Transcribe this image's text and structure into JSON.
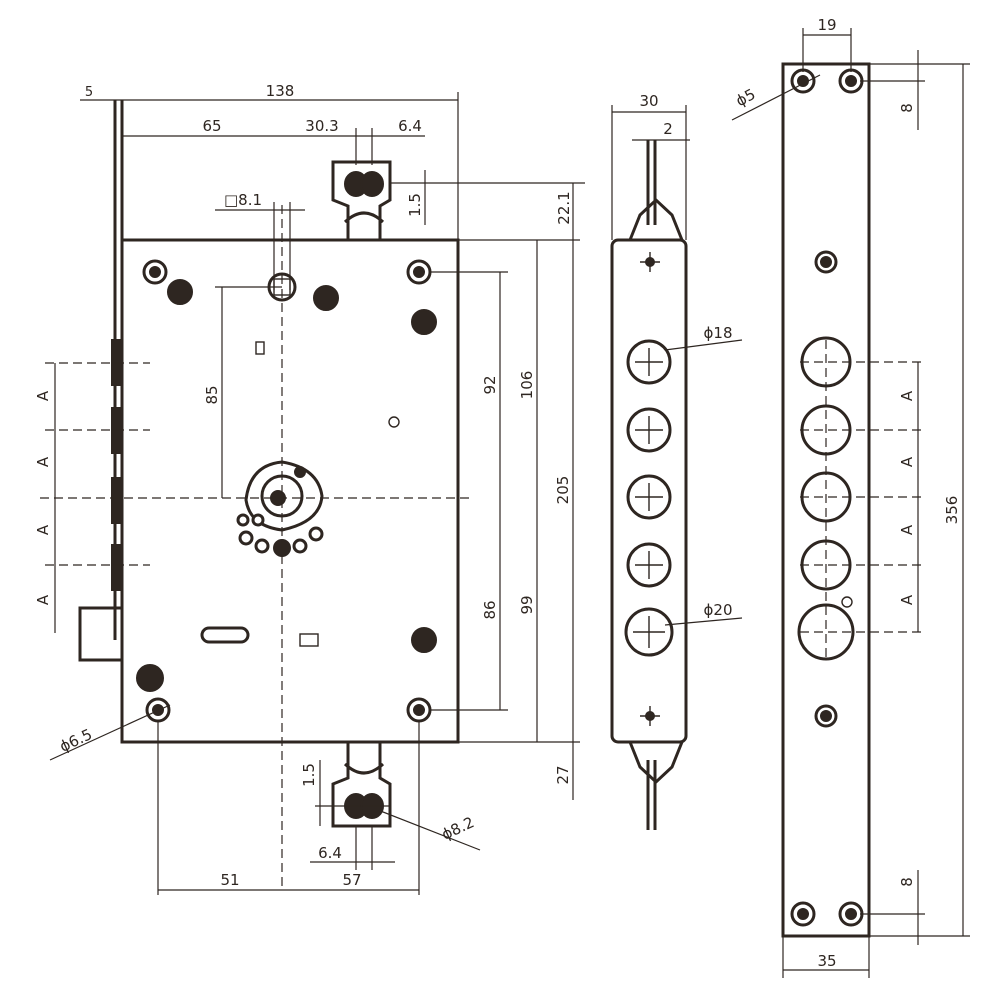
{
  "front_view": {
    "width_138": "138",
    "offset_5": "5",
    "dim_65": "65",
    "dim_30_3": "30.3",
    "dim_6_4_top": "6.4",
    "square_8_1": "□8.1",
    "gap_1_5_top": "1.5",
    "height_22_1": "22.1",
    "dim_85": "85",
    "dim_92": "92",
    "dim_106": "106",
    "dim_205": "205",
    "dim_86": "86",
    "dim_99": "99",
    "height_27": "27",
    "gap_1_5_bottom": "1.5",
    "dim_6_4_bottom": "6.4",
    "dim_51": "51",
    "dim_57": "57",
    "hole_6_5": "ϕ6.5",
    "hole_8_2": "ϕ8.2",
    "pitch_a": "A"
  },
  "side_view": {
    "width_30": "30",
    "dim_2": "2",
    "bolt_18": "ϕ18",
    "bolt_20": "ϕ20"
  },
  "faceplate": {
    "dim_19": "19",
    "screw_5": "ϕ5",
    "dim_8": "8",
    "length_356": "356",
    "width_35": "35",
    "pitch_a": "A"
  }
}
